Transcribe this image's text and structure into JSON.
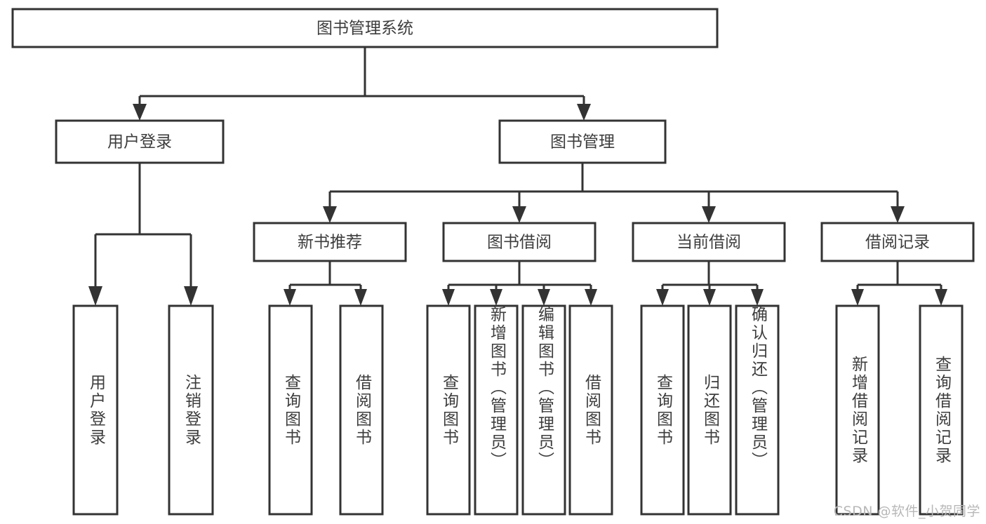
{
  "diagram": {
    "type": "tree",
    "title": "图书管理系统",
    "orientation": "top-down",
    "colors": {
      "box_stroke": "#333333",
      "box_fill": "#ffffff",
      "text": "#3d3d3d",
      "connector": "#333333",
      "background": "#ffffff",
      "watermark": "#b8b8b8"
    },
    "root": {
      "label": "图书管理系统"
    },
    "level2": [
      {
        "label": "用户登录"
      },
      {
        "label": "图书管理"
      }
    ],
    "level3": [
      {
        "label": "新书推荐"
      },
      {
        "label": "图书借阅"
      },
      {
        "label": "当前借阅"
      },
      {
        "label": "借阅记录"
      }
    ],
    "leaves": {
      "user_login": [
        {
          "label": "用户登录"
        },
        {
          "label": "注销登录"
        }
      ],
      "new_book_recommend": [
        {
          "label": "查询图书"
        },
        {
          "label": "借阅图书"
        }
      ],
      "book_borrow": [
        {
          "label": "查询图书"
        },
        {
          "label": "新增图书（管理员）"
        },
        {
          "label": "编辑图书（管理员）"
        },
        {
          "label": "借阅图书"
        }
      ],
      "current_borrow": [
        {
          "label": "查询图书"
        },
        {
          "label": "归还图书"
        },
        {
          "label": "确认归还（管理员）"
        }
      ],
      "borrow_record": [
        {
          "label": "新增借阅记录"
        },
        {
          "label": "查询借阅记录"
        }
      ]
    }
  },
  "watermark": {
    "text": "CSDN @软件_小贺同学"
  }
}
